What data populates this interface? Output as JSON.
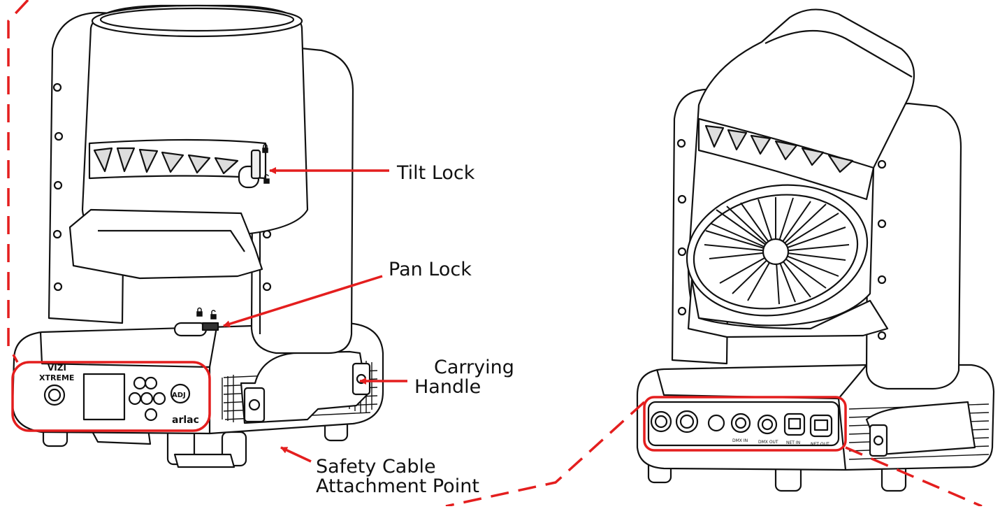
{
  "labels": {
    "tilt_lock": "Tilt Lock",
    "pan_lock": "Pan Lock",
    "carrying_handle_line1": "Carrying",
    "carrying_handle_line2": "Handle",
    "safety_cable_line1": "Safety Cable",
    "safety_cable_line2": "Attachment Point"
  },
  "device_markings": {
    "model_line1": "VIZI",
    "model_line2": "XTREME",
    "brand_logo": "ADJ",
    "sub_brand": "arlac",
    "port_labels": [
      "DMX IN",
      "DMX OUT",
      "NET IN",
      "NET OUT"
    ]
  },
  "colors": {
    "callout_red": "#e41e1e",
    "line_art": "#111111",
    "background": "#ffffff"
  },
  "icons": [
    "lock-closed-icon",
    "lock-open-icon"
  ]
}
